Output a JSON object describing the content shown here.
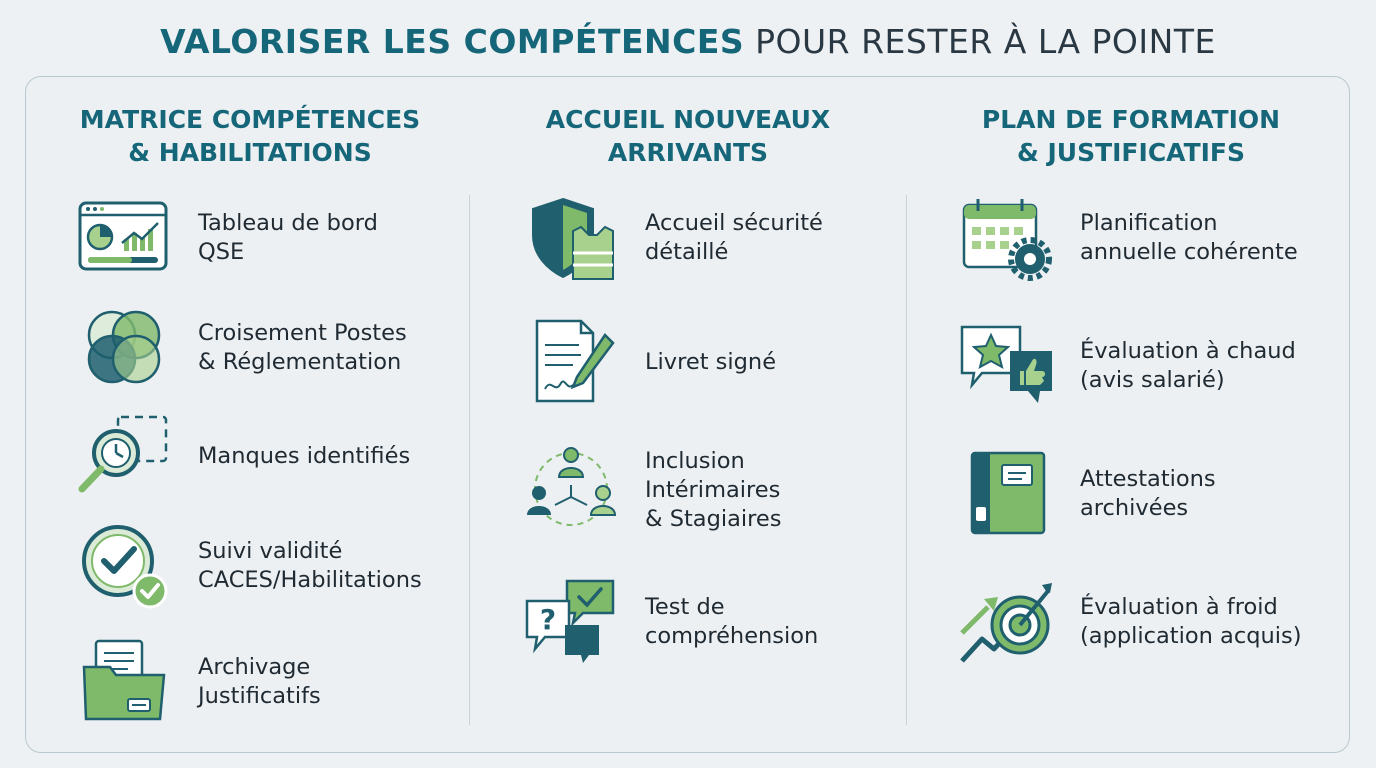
{
  "title": {
    "strong": "VALORISER LES COMPÉTENCES",
    "light": "POUR RESTER À LA POINTE"
  },
  "columns": [
    {
      "heading": "MATRICE COMPÉTENCES\n& HABILITATIONS",
      "items": [
        {
          "label": "Tableau de bord\nQSE",
          "icon": "dashboard-icon"
        },
        {
          "label": "Croisement Postes\n& Réglementation",
          "icon": "venn-icon"
        },
        {
          "label": "Manques identifiés",
          "icon": "magnifier-clock-icon"
        },
        {
          "label": "Suivi validité\nCACES/Habilitations",
          "icon": "clock-check-icon"
        },
        {
          "label": "Archivage\nJustificatifs",
          "icon": "folder-icon"
        }
      ]
    },
    {
      "heading": "ACCUEIL NOUVEAUX\nARRIVANTS",
      "items": [
        {
          "label": "Accueil sécurité\ndétaillé",
          "icon": "shield-vest-icon"
        },
        {
          "label": "Livret signé",
          "icon": "document-pen-icon"
        },
        {
          "label": "Inclusion\nIntérimaires\n& Stagiaires",
          "icon": "people-network-icon"
        },
        {
          "label": "Test de\ncompréhension",
          "icon": "chat-question-icon"
        }
      ]
    },
    {
      "heading": "PLAN DE FORMATION\n& JUSTIFICATIFS",
      "items": [
        {
          "label": "Planification\nannuelle cohérente",
          "icon": "calendar-gear-icon"
        },
        {
          "label": "Évaluation à chaud\n(avis salarié)",
          "icon": "star-thumbs-icon"
        },
        {
          "label": "Attestations\narchivées",
          "icon": "binder-icon"
        },
        {
          "label": "Évaluation à froid\n(application acquis)",
          "icon": "target-arrow-icon"
        }
      ]
    }
  ],
  "colors": {
    "teal": "#16667a",
    "dark_teal": "#1f5f6e",
    "green": "#7fb96a",
    "light_green": "#a9d18e",
    "text": "#1f2a33"
  }
}
